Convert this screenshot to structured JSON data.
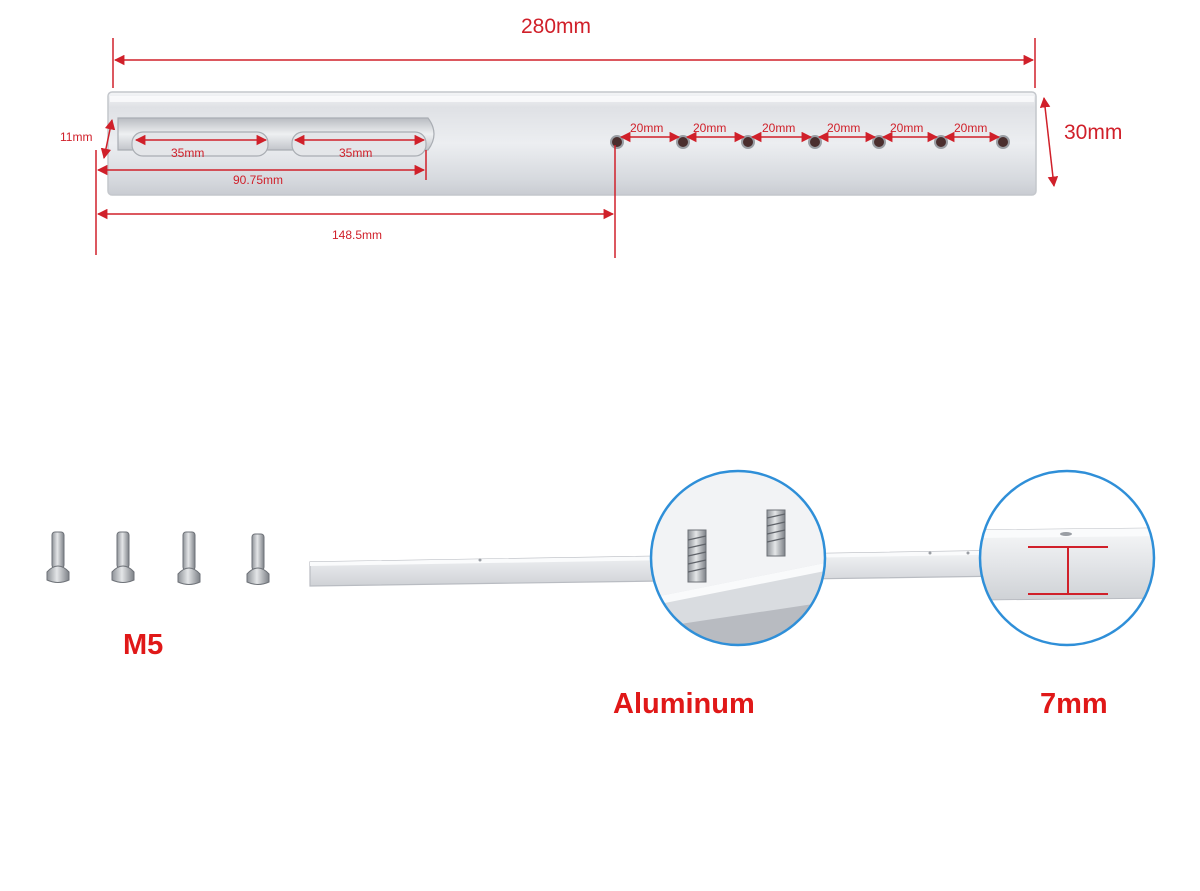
{
  "top_view": {
    "overall_length": "280mm",
    "width": "30mm",
    "end_offset": "11mm",
    "slot_1_length": "35mm",
    "slot_2_length": "35mm",
    "slot_span": "90.75mm",
    "first_hole_offset": "148.5mm",
    "hole_spacings": [
      "20mm",
      "20mm",
      "20mm",
      "20mm",
      "20mm",
      "20mm"
    ]
  },
  "side_view": {
    "screw_label": "M5",
    "material_label": "Aluminum",
    "thickness_label": "7mm"
  },
  "colors": {
    "dimension_red": "#d0202a",
    "callout_red": "#e01818",
    "circle_blue": "#2f8fd8"
  }
}
